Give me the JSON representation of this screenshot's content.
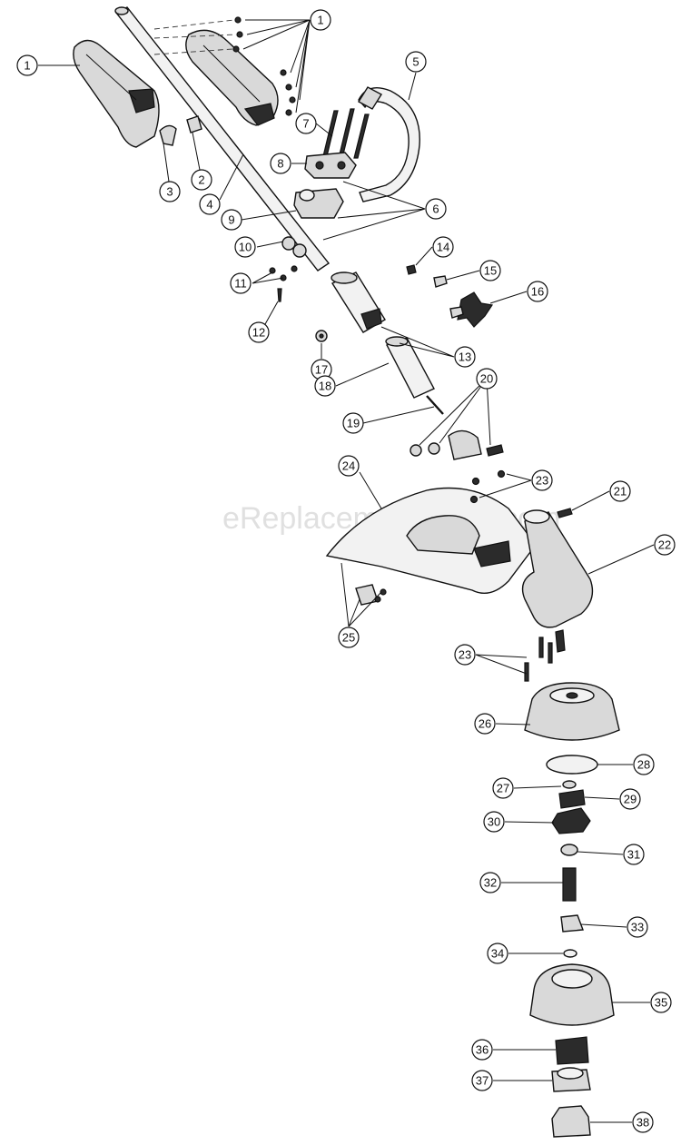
{
  "watermark": "eReplacementParts.com",
  "colors": {
    "line": "#111111",
    "fill": "#d9d9d9",
    "dark": "#2b2b2b"
  },
  "callouts": [
    {
      "id": "1a",
      "label": "1"
    },
    {
      "id": "1b",
      "label": "1"
    },
    {
      "id": "2",
      "label": "2"
    },
    {
      "id": "3",
      "label": "3"
    },
    {
      "id": "4",
      "label": "4"
    },
    {
      "id": "5",
      "label": "5"
    },
    {
      "id": "6",
      "label": "6"
    },
    {
      "id": "7",
      "label": "7"
    },
    {
      "id": "8",
      "label": "8"
    },
    {
      "id": "9",
      "label": "9"
    },
    {
      "id": "10",
      "label": "10"
    },
    {
      "id": "11",
      "label": "11"
    },
    {
      "id": "12",
      "label": "12"
    },
    {
      "id": "13",
      "label": "13"
    },
    {
      "id": "14",
      "label": "14"
    },
    {
      "id": "15",
      "label": "15"
    },
    {
      "id": "16",
      "label": "16"
    },
    {
      "id": "17",
      "label": "17"
    },
    {
      "id": "18",
      "label": "18"
    },
    {
      "id": "19",
      "label": "19"
    },
    {
      "id": "20",
      "label": "20"
    },
    {
      "id": "21",
      "label": "21"
    },
    {
      "id": "22",
      "label": "22"
    },
    {
      "id": "23a",
      "label": "23"
    },
    {
      "id": "23b",
      "label": "23"
    },
    {
      "id": "24",
      "label": "24"
    },
    {
      "id": "25",
      "label": "25"
    },
    {
      "id": "26",
      "label": "26"
    },
    {
      "id": "27",
      "label": "27"
    },
    {
      "id": "28",
      "label": "28"
    },
    {
      "id": "29",
      "label": "29"
    },
    {
      "id": "30",
      "label": "30"
    },
    {
      "id": "31",
      "label": "31"
    },
    {
      "id": "32",
      "label": "32"
    },
    {
      "id": "33",
      "label": "33"
    },
    {
      "id": "34",
      "label": "34"
    },
    {
      "id": "35",
      "label": "35"
    },
    {
      "id": "36",
      "label": "36"
    },
    {
      "id": "37",
      "label": "37"
    },
    {
      "id": "38",
      "label": "38"
    }
  ]
}
